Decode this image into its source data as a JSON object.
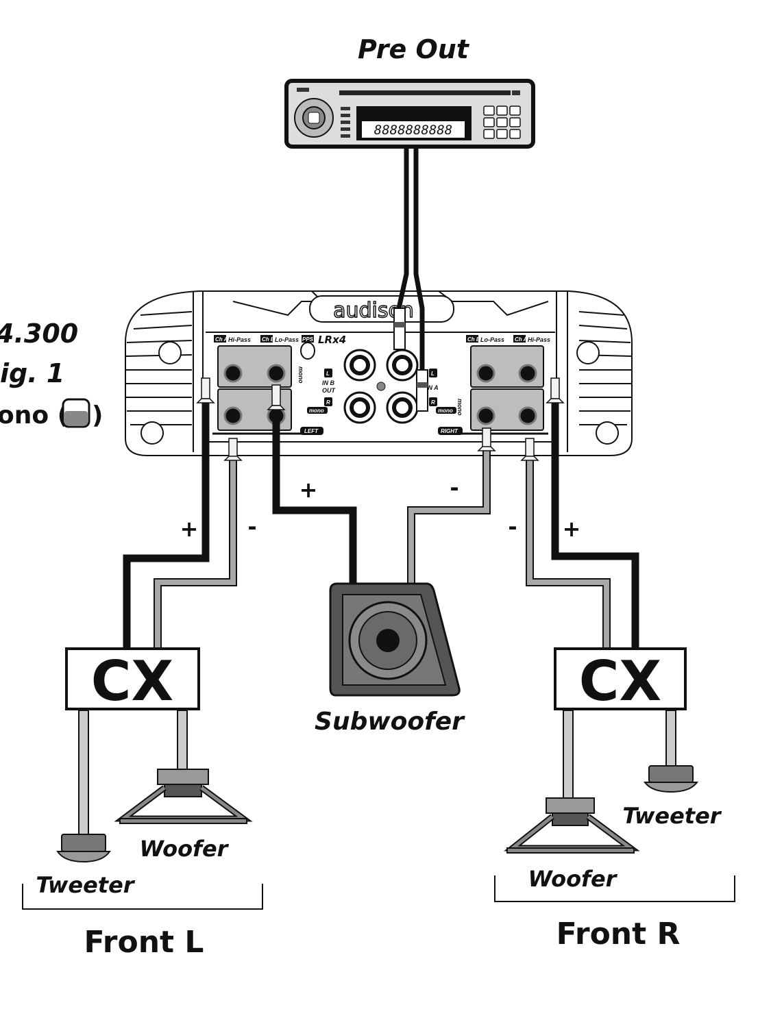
{
  "title": "Pre Out",
  "side_labels": {
    "model": "4.300",
    "figure": "ig. 1",
    "mono": "ono (",
    "mono_close": ")"
  },
  "head_unit": {
    "display": "8888888888"
  },
  "amplifier": {
    "brand": "audison",
    "series": "LRx4",
    "pps": "PPS",
    "left_block": {
      "ch_a": "Ch A",
      "ch_a_label": "Hi-Pass",
      "ch_b": "Ch B",
      "ch_b_label": "Lo-Pass",
      "name": "LEFT",
      "mono": "mono"
    },
    "right_block": {
      "ch_b": "Ch B",
      "ch_b_label": "Lo-Pass",
      "ch_a": "Ch A",
      "ch_a_label": "Hi-Pass",
      "name": "RIGHT",
      "mono": "mono"
    },
    "inputs": {
      "l": "L",
      "r": "R",
      "in_b": "IN B",
      "out": "OUT",
      "in_a": "IN A",
      "mono": "mono"
    }
  },
  "polarity": {
    "left_plus": "+",
    "left_minus": "-",
    "sub_plus": "+",
    "sub_minus": "-",
    "right_minus": "-",
    "right_plus": "+"
  },
  "crossovers": {
    "left": "CX",
    "right": "CX"
  },
  "subwoofer": "Subwoofer",
  "front_left": {
    "tweeter": "Tweeter",
    "woofer": "Woofer",
    "group": "Front L"
  },
  "front_right": {
    "tweeter": "Tweeter",
    "woofer": "Woofer",
    "group": "Front R"
  },
  "colors": {
    "positive_wire": "#1a1a1a",
    "negative_wire": "#a8a8a8",
    "panel": "#bdbdbd"
  }
}
